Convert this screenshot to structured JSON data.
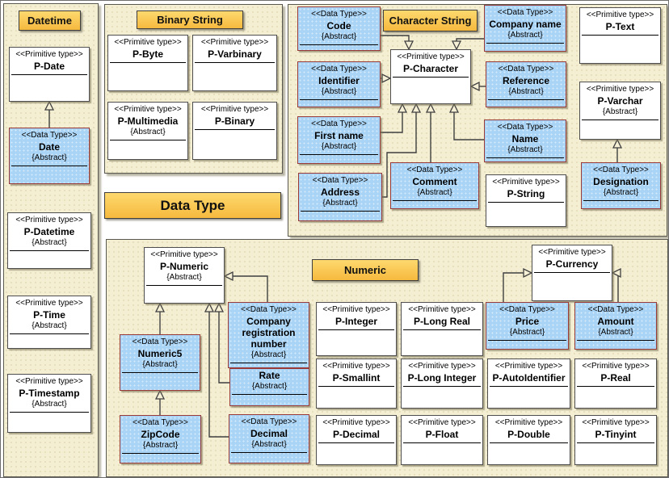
{
  "diagram_title": "Data Type",
  "panels": {
    "datetime": "Datetime",
    "binary_string": "Binary String",
    "character_string": "Character String",
    "numeric": "Numeric"
  },
  "colors": {
    "panel_background": "#F4EED3",
    "title_background": "#F9C64B",
    "datatype_fill": "#AAD4F6",
    "datatype_border": "#993A38",
    "primitive_border": "#4E4E4E",
    "connector": "#3F3F3F"
  },
  "classes": {
    "p_date": {
      "stereotype": "<<Primitive type>>",
      "name": "P-Date",
      "constraint": ""
    },
    "date": {
      "stereotype": "<<Data Type>>",
      "name": "Date",
      "constraint": "{Abstract}"
    },
    "p_datetime": {
      "stereotype": "<<Primitive type>>",
      "name": "P-Datetime",
      "constraint": "{Abstract}"
    },
    "p_time": {
      "stereotype": "<<Primitive type>>",
      "name": "P-Time",
      "constraint": "{Abstract}"
    },
    "p_timestamp": {
      "stereotype": "<<Primitive type>>",
      "name": "P-Timestamp",
      "constraint": "{Abstract}"
    },
    "p_byte": {
      "stereotype": "<<Primitive type>>",
      "name": "P-Byte",
      "constraint": ""
    },
    "p_varbinary": {
      "stereotype": "<<Primitive type>>",
      "name": "P-Varbinary",
      "constraint": ""
    },
    "p_multimedia": {
      "stereotype": "<<Primitive type>>",
      "name": "P-Multimedia",
      "constraint": "{Abstract}"
    },
    "p_binary": {
      "stereotype": "<<Primitive type>>",
      "name": "P-Binary",
      "constraint": ""
    },
    "code": {
      "stereotype": "<<Data Type>>",
      "name": "Code",
      "constraint": "{Abstract}"
    },
    "company_name": {
      "stereotype": "<<Data Type>>",
      "name": "Company name",
      "constraint": "{Abstract}"
    },
    "p_text": {
      "stereotype": "<<Primitive type>>",
      "name": "P-Text",
      "constraint": ""
    },
    "identifier": {
      "stereotype": "<<Data Type>>",
      "name": "Identifier",
      "constraint": "{Abstract}"
    },
    "p_character": {
      "stereotype": "<<Primitive type>>",
      "name": "P-Character",
      "constraint": ""
    },
    "reference": {
      "stereotype": "<<Data Type>>",
      "name": "Reference",
      "constraint": "{Abstract}"
    },
    "p_varchar": {
      "stereotype": "<<Primitive type>>",
      "name": "P-Varchar",
      "constraint": "{Abstract}"
    },
    "first_name": {
      "stereotype": "<<Data Type>>",
      "name": "First name",
      "constraint": "{Abstract}"
    },
    "name": {
      "stereotype": "<<Data Type>>",
      "name": "Name",
      "constraint": "{Abstract}"
    },
    "comment": {
      "stereotype": "<<Data Type>>",
      "name": "Comment",
      "constraint": "{Abstract}"
    },
    "address": {
      "stereotype": "<<Data Type>>",
      "name": "Address",
      "constraint": "{Abstract}"
    },
    "p_string": {
      "stereotype": "<<Primitive type>>",
      "name": "P-String",
      "constraint": ""
    },
    "designation": {
      "stereotype": "<<Data Type>>",
      "name": "Designation",
      "constraint": "{Abstract}"
    },
    "p_numeric": {
      "stereotype": "<<Primitive type>>",
      "name": "P-Numeric",
      "constraint": "{Abstract}"
    },
    "numeric5": {
      "stereotype": "<<Data Type>>",
      "name": "Numeric5",
      "constraint": "{Abstract}"
    },
    "company_reg": {
      "stereotype": "<<Data Type>>",
      "name": "Company registration number",
      "constraint": "{Abstract}"
    },
    "rate": {
      "stereotype": "",
      "name": "Rate",
      "constraint": "{Abstract}"
    },
    "zipcode": {
      "stereotype": "<<Data Type>>",
      "name": "ZipCode",
      "constraint": "{Abstract}"
    },
    "decimal": {
      "stereotype": "<<Data Type>>",
      "name": "Decimal",
      "constraint": "{Abstract}"
    },
    "p_integer": {
      "stereotype": "<<Primitive type>>",
      "name": "P-Integer",
      "constraint": ""
    },
    "p_long_real": {
      "stereotype": "<<Primitive type>>",
      "name": "P-Long Real",
      "constraint": ""
    },
    "p_currency": {
      "stereotype": "<<Primitive type>>",
      "name": "P-Currency",
      "constraint": ""
    },
    "price": {
      "stereotype": "<<Data Type>>",
      "name": "Price",
      "constraint": "{Abstract}"
    },
    "amount": {
      "stereotype": "<<Data Type>>",
      "name": "Amount",
      "constraint": "{Abstract}"
    },
    "p_smallint": {
      "stereotype": "<<Primitive type>>",
      "name": "P-Smallint",
      "constraint": ""
    },
    "p_long_integer": {
      "stereotype": "<<Primitive type>>",
      "name": "P-Long Integer",
      "constraint": ""
    },
    "p_autoidentifier": {
      "stereotype": "<<Primitive type>>",
      "name": "P-AutoIdentifier",
      "constraint": ""
    },
    "p_real": {
      "stereotype": "<<Primitive type>>",
      "name": "P-Real",
      "constraint": ""
    },
    "p_decimal": {
      "stereotype": "<<Primitive type>>",
      "name": "P-Decimal",
      "constraint": ""
    },
    "p_float": {
      "stereotype": "<<Primitive type>>",
      "name": "P-Float",
      "constraint": ""
    },
    "p_double": {
      "stereotype": "<<Primitive type>>",
      "name": "P-Double",
      "constraint": ""
    },
    "p_tinyint": {
      "stereotype": "<<Primitive type>>",
      "name": "P-Tinyint",
      "constraint": ""
    }
  },
  "generalizations": [
    {
      "child": "Date",
      "parent": "P-Date"
    },
    {
      "child": "Code",
      "parent": "P-Character"
    },
    {
      "child": "Company name",
      "parent": "P-Character"
    },
    {
      "child": "Identifier",
      "parent": "P-Character"
    },
    {
      "child": "Reference",
      "parent": "P-Character"
    },
    {
      "child": "First name",
      "parent": "P-Character"
    },
    {
      "child": "Address",
      "parent": "P-Character"
    },
    {
      "child": "Comment",
      "parent": "P-Character"
    },
    {
      "child": "Name",
      "parent": "P-Character"
    },
    {
      "child": "Designation",
      "parent": "P-Varchar"
    },
    {
      "child": "Numeric5",
      "parent": "P-Numeric"
    },
    {
      "child": "Company registration number",
      "parent": "P-Numeric"
    },
    {
      "child": "Rate",
      "parent": "P-Numeric"
    },
    {
      "child": "Decimal",
      "parent": "P-Numeric"
    },
    {
      "child": "ZipCode",
      "parent": "Numeric5"
    },
    {
      "child": "Price",
      "parent": "P-Currency"
    },
    {
      "child": "Amount",
      "parent": "P-Currency"
    }
  ]
}
